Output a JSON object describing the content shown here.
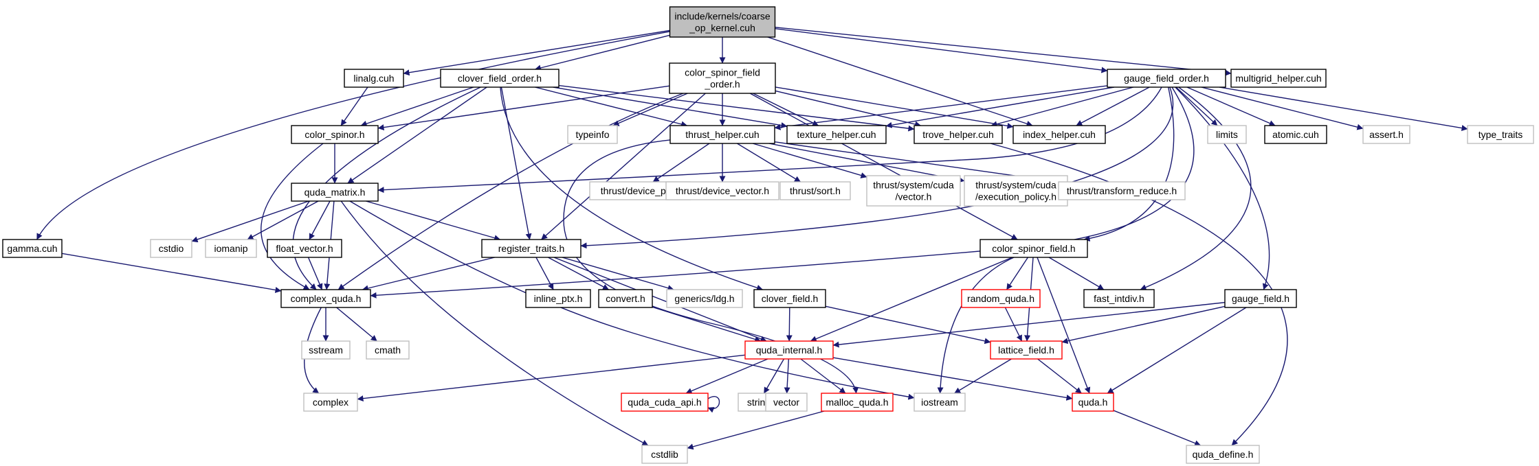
{
  "colors": {
    "edge": "#191970",
    "root_fill": "#bfbfbf",
    "root_stroke": "#000000",
    "normal_stroke": "#000000",
    "missing_stroke": "#bfbfbf",
    "truncated_stroke": "#ff0000",
    "node_fill": "#ffffff",
    "text": "#000000"
  },
  "nodes": [
    {
      "id": "root",
      "lines": [
        "include/kernels/coarse",
        "_op_kernel.cuh"
      ],
      "kind": "root"
    },
    {
      "id": "linalg",
      "lines": [
        "linalg.cuh"
      ],
      "kind": "normal"
    },
    {
      "id": "clover_field_order",
      "lines": [
        "clover_field_order.h"
      ],
      "kind": "normal"
    },
    {
      "id": "color_spinor_field_order",
      "lines": [
        "color_spinor_field",
        "_order.h"
      ],
      "kind": "normal"
    },
    {
      "id": "gauge_field_order",
      "lines": [
        "gauge_field_order.h"
      ],
      "kind": "normal"
    },
    {
      "id": "multigrid_helper",
      "lines": [
        "multigrid_helper.cuh"
      ],
      "kind": "normal"
    },
    {
      "id": "color_spinor",
      "lines": [
        "color_spinor.h"
      ],
      "kind": "normal"
    },
    {
      "id": "typeinfo",
      "lines": [
        "typeinfo"
      ],
      "kind": "missing"
    },
    {
      "id": "texture_helper",
      "lines": [
        "texture_helper.cuh"
      ],
      "kind": "normal"
    },
    {
      "id": "trove_helper",
      "lines": [
        "trove_helper.cuh"
      ],
      "kind": "normal"
    },
    {
      "id": "index_helper",
      "lines": [
        "index_helper.cuh"
      ],
      "kind": "normal"
    },
    {
      "id": "limits",
      "lines": [
        "limits"
      ],
      "kind": "missing"
    },
    {
      "id": "atomic",
      "lines": [
        "atomic.cuh"
      ],
      "kind": "normal"
    },
    {
      "id": "assert",
      "lines": [
        "assert.h"
      ],
      "kind": "missing"
    },
    {
      "id": "type_traits",
      "lines": [
        "type_traits"
      ],
      "kind": "missing"
    },
    {
      "id": "thrust_helper",
      "lines": [
        "thrust_helper.cuh"
      ],
      "kind": "normal"
    },
    {
      "id": "quda_matrix",
      "lines": [
        "quda_matrix.h"
      ],
      "kind": "normal"
    },
    {
      "id": "thrust_device_ptr",
      "lines": [
        "thrust/device_ptr.h"
      ],
      "kind": "missing"
    },
    {
      "id": "thrust_device_vector",
      "lines": [
        "thrust/device_vector.h"
      ],
      "kind": "missing"
    },
    {
      "id": "thrust_sort",
      "lines": [
        "thrust/sort.h"
      ],
      "kind": "missing"
    },
    {
      "id": "thrust_system_cuda_vector",
      "lines": [
        "thrust/system/cuda",
        "/vector.h"
      ],
      "kind": "missing"
    },
    {
      "id": "thrust_system_cuda_exec",
      "lines": [
        "thrust/system/cuda",
        "/execution_policy.h"
      ],
      "kind": "missing"
    },
    {
      "id": "thrust_transform_reduce",
      "lines": [
        "thrust/transform_reduce.h"
      ],
      "kind": "missing"
    },
    {
      "id": "gamma",
      "lines": [
        "gamma.cuh"
      ],
      "kind": "normal"
    },
    {
      "id": "cstdio",
      "lines": [
        "cstdio"
      ],
      "kind": "missing"
    },
    {
      "id": "iomanip",
      "lines": [
        "iomanip"
      ],
      "kind": "missing"
    },
    {
      "id": "float_vector",
      "lines": [
        "float_vector.h"
      ],
      "kind": "normal"
    },
    {
      "id": "register_traits",
      "lines": [
        "register_traits.h"
      ],
      "kind": "normal"
    },
    {
      "id": "color_spinor_field",
      "lines": [
        "color_spinor_field.h"
      ],
      "kind": "normal"
    },
    {
      "id": "complex_quda",
      "lines": [
        "complex_quda.h"
      ],
      "kind": "normal"
    },
    {
      "id": "inline_ptx",
      "lines": [
        "inline_ptx.h"
      ],
      "kind": "normal"
    },
    {
      "id": "convert",
      "lines": [
        "convert.h"
      ],
      "kind": "normal"
    },
    {
      "id": "generics_ldg",
      "lines": [
        "generics/ldg.h"
      ],
      "kind": "missing"
    },
    {
      "id": "clover_field",
      "lines": [
        "clover_field.h"
      ],
      "kind": "normal"
    },
    {
      "id": "random_quda",
      "lines": [
        "random_quda.h"
      ],
      "kind": "truncated"
    },
    {
      "id": "fast_intdiv",
      "lines": [
        "fast_intdiv.h"
      ],
      "kind": "normal"
    },
    {
      "id": "gauge_field",
      "lines": [
        "gauge_field.h"
      ],
      "kind": "normal"
    },
    {
      "id": "sstream",
      "lines": [
        "sstream"
      ],
      "kind": "missing"
    },
    {
      "id": "cmath",
      "lines": [
        "cmath"
      ],
      "kind": "missing"
    },
    {
      "id": "quda_internal",
      "lines": [
        "quda_internal.h"
      ],
      "kind": "truncated"
    },
    {
      "id": "lattice_field",
      "lines": [
        "lattice_field.h"
      ],
      "kind": "truncated"
    },
    {
      "id": "complex",
      "lines": [
        "complex"
      ],
      "kind": "missing"
    },
    {
      "id": "quda_cuda_api",
      "lines": [
        "quda_cuda_api.h"
      ],
      "kind": "truncated"
    },
    {
      "id": "string",
      "lines": [
        "string"
      ],
      "kind": "missing"
    },
    {
      "id": "vector",
      "lines": [
        "vector"
      ],
      "kind": "missing"
    },
    {
      "id": "malloc_quda",
      "lines": [
        "malloc_quda.h"
      ],
      "kind": "truncated"
    },
    {
      "id": "iostream",
      "lines": [
        "iostream"
      ],
      "kind": "missing"
    },
    {
      "id": "quda",
      "lines": [
        "quda.h"
      ],
      "kind": "truncated"
    },
    {
      "id": "cstdlib",
      "lines": [
        "cstdlib"
      ],
      "kind": "missing"
    },
    {
      "id": "quda_define",
      "lines": [
        "quda_define.h"
      ],
      "kind": "missing"
    }
  ],
  "edges": [
    [
      "root",
      "linalg"
    ],
    [
      "root",
      "clover_field_order"
    ],
    [
      "root",
      "color_spinor_field_order"
    ],
    [
      "root",
      "gauge_field_order"
    ],
    [
      "root",
      "multigrid_helper"
    ],
    [
      "root",
      "gamma"
    ],
    [
      "root",
      "index_helper"
    ],
    [
      "linalg",
      "color_spinor"
    ],
    [
      "clover_field_order",
      "color_spinor"
    ],
    [
      "clover_field_order",
      "texture_helper"
    ],
    [
      "clover_field_order",
      "trove_helper"
    ],
    [
      "clover_field_order",
      "quda_matrix"
    ],
    [
      "clover_field_order",
      "thrust_helper"
    ],
    [
      "clover_field_order",
      "register_traits"
    ],
    [
      "clover_field_order",
      "complex_quda"
    ],
    [
      "clover_field_order",
      "clover_field"
    ],
    [
      "color_spinor_field_order",
      "color_spinor"
    ],
    [
      "color_spinor_field_order",
      "typeinfo"
    ],
    [
      "color_spinor_field_order",
      "texture_helper"
    ],
    [
      "color_spinor_field_order",
      "trove_helper"
    ],
    [
      "color_spinor_field_order",
      "index_helper"
    ],
    [
      "color_spinor_field_order",
      "thrust_helper"
    ],
    [
      "color_spinor_field_order",
      "register_traits"
    ],
    [
      "color_spinor_field_order",
      "complex_quda"
    ],
    [
      "color_spinor_field_order",
      "color_spinor_field"
    ],
    [
      "gauge_field_order",
      "texture_helper"
    ],
    [
      "gauge_field_order",
      "trove_helper"
    ],
    [
      "gauge_field_order",
      "index_helper"
    ],
    [
      "gauge_field_order",
      "limits"
    ],
    [
      "gauge_field_order",
      "atomic"
    ],
    [
      "gauge_field_order",
      "assert"
    ],
    [
      "gauge_field_order",
      "type_traits"
    ],
    [
      "gauge_field_order",
      "thrust_helper"
    ],
    [
      "gauge_field_order",
      "quda_matrix"
    ],
    [
      "gauge_field_order",
      "register_traits"
    ],
    [
      "gauge_field_order",
      "complex_quda"
    ],
    [
      "gauge_field_order",
      "color_spinor_field"
    ],
    [
      "gauge_field_order",
      "fast_intdiv"
    ],
    [
      "gauge_field_order",
      "gauge_field"
    ],
    [
      "color_spinor",
      "quda_matrix"
    ],
    [
      "color_spinor",
      "complex_quda"
    ],
    [
      "thrust_helper",
      "thrust_device_ptr"
    ],
    [
      "thrust_helper",
      "thrust_device_vector"
    ],
    [
      "thrust_helper",
      "thrust_sort"
    ],
    [
      "thrust_helper",
      "thrust_system_cuda_vector"
    ],
    [
      "thrust_helper",
      "thrust_system_cuda_exec"
    ],
    [
      "thrust_helper",
      "thrust_transform_reduce"
    ],
    [
      "thrust_helper",
      "malloc_quda"
    ],
    [
      "trove_helper",
      "quda_define"
    ],
    [
      "quda_matrix",
      "cstdio"
    ],
    [
      "quda_matrix",
      "iomanip"
    ],
    [
      "quda_matrix",
      "float_vector"
    ],
    [
      "quda_matrix",
      "complex_quda"
    ],
    [
      "quda_matrix",
      "register_traits"
    ],
    [
      "quda_matrix",
      "iostream"
    ],
    [
      "quda_matrix",
      "cstdlib"
    ],
    [
      "gamma",
      "complex_quda"
    ],
    [
      "float_vector",
      "complex_quda"
    ],
    [
      "register_traits",
      "complex_quda"
    ],
    [
      "register_traits",
      "inline_ptx"
    ],
    [
      "register_traits",
      "convert"
    ],
    [
      "register_traits",
      "generics_ldg"
    ],
    [
      "register_traits",
      "quda_internal"
    ],
    [
      "complex_quda",
      "sstream"
    ],
    [
      "complex_quda",
      "cmath"
    ],
    [
      "complex_quda",
      "complex"
    ],
    [
      "convert",
      "quda_internal"
    ],
    [
      "clover_field",
      "quda_internal"
    ],
    [
      "clover_field",
      "lattice_field"
    ],
    [
      "color_spinor_field",
      "quda_internal"
    ],
    [
      "color_spinor_field",
      "random_quda"
    ],
    [
      "color_spinor_field",
      "lattice_field"
    ],
    [
      "color_spinor_field",
      "fast_intdiv"
    ],
    [
      "color_spinor_field",
      "quda"
    ],
    [
      "color_spinor_field",
      "iostream"
    ],
    [
      "random_quda",
      "lattice_field"
    ],
    [
      "gauge_field",
      "quda_internal"
    ],
    [
      "gauge_field",
      "lattice_field"
    ],
    [
      "gauge_field",
      "quda"
    ],
    [
      "quda_internal",
      "complex"
    ],
    [
      "quda_internal",
      "quda_cuda_api"
    ],
    [
      "quda_internal",
      "string"
    ],
    [
      "quda_internal",
      "vector"
    ],
    [
      "quda_internal",
      "malloc_quda"
    ],
    [
      "quda_internal",
      "quda"
    ],
    [
      "lattice_field",
      "iostream"
    ],
    [
      "lattice_field",
      "quda"
    ],
    [
      "quda_cuda_api",
      "quda_cuda_api"
    ],
    [
      "malloc_quda",
      "cstdlib"
    ],
    [
      "quda",
      "quda_define"
    ]
  ]
}
